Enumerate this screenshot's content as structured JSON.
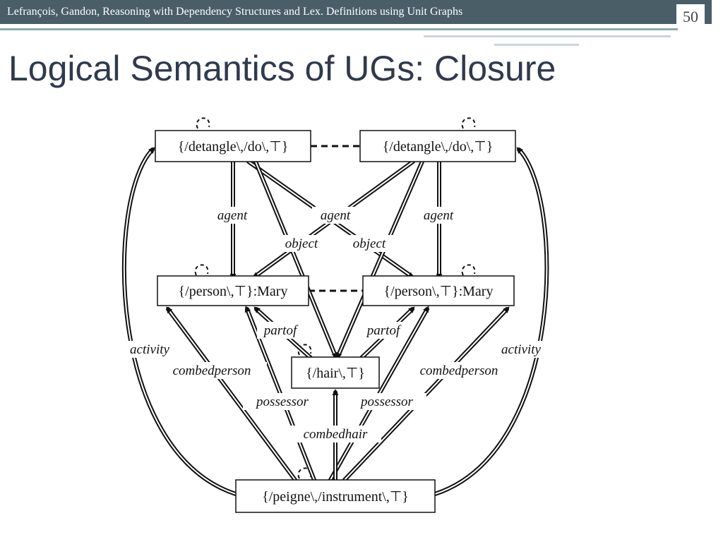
{
  "header": {
    "text": "Lefrançois, Gandon, Reasoning  with Dependency  Structures and Lex. Definitions using Unit Graphs",
    "slide_number": "50"
  },
  "title": "Logical Semantics of UGs: Closure",
  "nodes": {
    "detangle_left": "{/detangle\\,/do\\,⊤}",
    "detangle_right": "{/detangle\\,/do\\,⊤}",
    "person_left": "{/person\\,⊤}:Mary",
    "person_right": "{/person\\,⊤}:Mary",
    "hair": "{/hair\\,⊤}",
    "peigne": "{/peigne\\,/instrument\\,⊤}"
  },
  "edge_labels": {
    "agent_left": "agent",
    "agent_middle": "agent",
    "agent_right": "agent",
    "object_left": "object",
    "object_right": "object",
    "partof_left": "partof",
    "partof_right": "partof",
    "activity_left": "activity",
    "activity_right": "activity",
    "combedperson_left": "combedperson",
    "combedperson_right": "combedperson",
    "possessor_left": "possessor",
    "possessor_right": "possessor",
    "combedhair": "combedhair"
  }
}
